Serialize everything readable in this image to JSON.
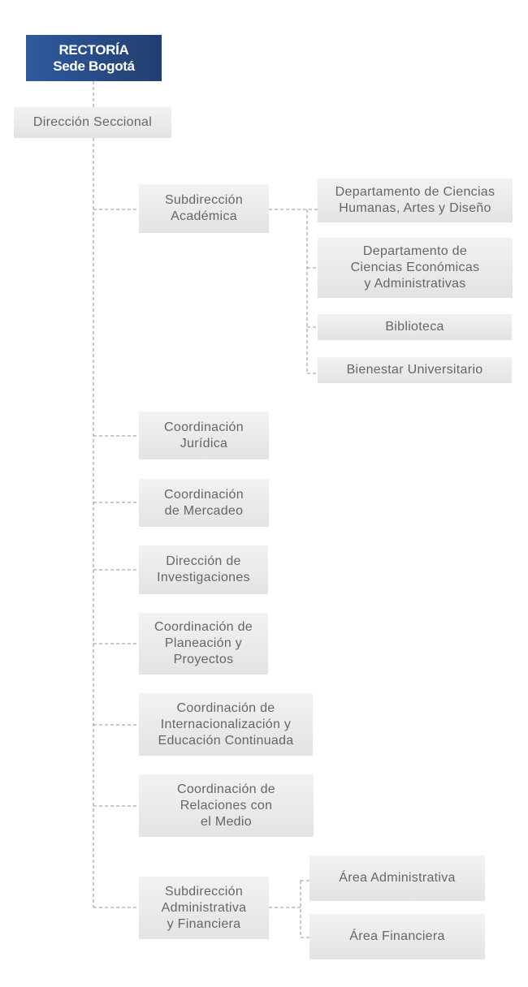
{
  "root": {
    "line1": "RECTORÍA",
    "line2": "Sede Bogotá"
  },
  "seccional": "Dirección Seccional",
  "units": {
    "sub_academica": "Subdirección\nAcadémica",
    "dept_humanas": "Departamento de Ciencias\nHumanas, Artes y Diseño",
    "dept_economicas": "Departamento de\nCiencias Económicas\ny Administrativas",
    "biblioteca": "Biblioteca",
    "bienestar": "Bienestar Universitario",
    "juridica": "Coordinación\nJurídica",
    "mercadeo": "Coordinación\nde Mercadeo",
    "investigaciones": "Dirección de\nInvestigaciones",
    "planeacion": "Coordinación de\nPlaneación y\nProyectos",
    "internacionalizacion": "Coordinación de\nInternacionalización y\nEducación Continuada",
    "relaciones": "Coordinación de\nRelaciones con\nel Medio",
    "sub_administrativa": "Subdirección\nAdministrativa\ny Financiera",
    "area_administrativa": "Área Administrativa",
    "area_financiera": "Área Financiera"
  },
  "colors": {
    "root": "#2a4c87",
    "box": "#ebebeb",
    "text": "#666666",
    "line": "#aaaaaa"
  }
}
